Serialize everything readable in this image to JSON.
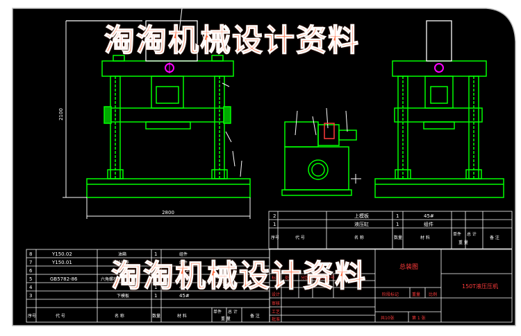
{
  "watermark": "淘淘机械设计资料",
  "dimensions": {
    "height": "2100",
    "width": "2800"
  },
  "upper_parts_table": {
    "rows": [
      {
        "no": "2",
        "name": "上模板",
        "qty": "1",
        "material": "45#"
      },
      {
        "no": "1",
        "name": "液压缸",
        "qty": "1",
        "material": "组件"
      }
    ],
    "header": {
      "no": "序号",
      "code": "代 号",
      "name": "名 称",
      "qty": "数量",
      "material": "材 料",
      "unit": "单件",
      "total": "总 计",
      "weight": "重 量",
      "remark": "备 注"
    }
  },
  "lower_parts_table": {
    "rows": [
      {
        "no": "8",
        "code": "Y150.02",
        "name": "油箱",
        "qty": "1",
        "material": "组件"
      },
      {
        "no": "7",
        "code": "Y150.01",
        "name": "电机底座",
        "qty": "1",
        "material": "组件"
      },
      {
        "no": "6",
        "code": "",
        "name": "",
        "qty": "1",
        "material": "45#"
      },
      {
        "no": "5",
        "code": "GB5782-86",
        "name": "六角螺栓",
        "qty": "4",
        "material": "45#"
      },
      {
        "no": "4",
        "code": "",
        "name": "",
        "qty": "1",
        "material": "45#"
      },
      {
        "no": "3",
        "code": "",
        "name": "下模板",
        "qty": "1",
        "material": "45#"
      }
    ],
    "header": {
      "no": "序号",
      "code": "代 号",
      "name": "名 称",
      "qty": "数量",
      "material": "材 料",
      "unit": "单件",
      "total": "总 计",
      "weight": "重 量",
      "remark": "备 注"
    }
  },
  "title_block": {
    "drawing_name": "总装图",
    "product_name": "150T液压压机",
    "labels": {
      "mark": "标记",
      "count": "处数",
      "zone": "分区",
      "doc_no": "更改文件号",
      "design": "设计",
      "check": "审核",
      "process": "工艺",
      "approve": "批准",
      "stage_mark": "阶段标记",
      "weight": "重量",
      "scale": "比例",
      "sheets_total": "共10张",
      "sheet_no": "第 1 张"
    }
  },
  "colors": {
    "background": "#000000",
    "lines": "#00ff00",
    "white": "#ffffff",
    "magenta": "#ff00ff",
    "red_text": "#ff3b3b",
    "watermark": "#ff6a3d"
  }
}
